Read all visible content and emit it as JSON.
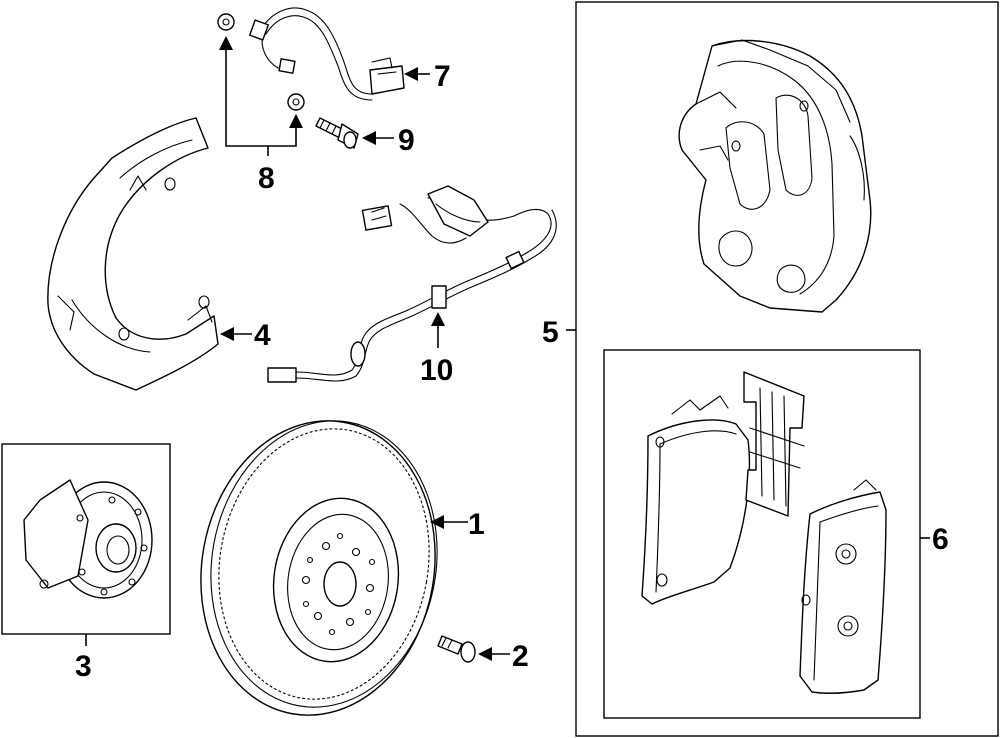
{
  "callouts": [
    {
      "id": "rotor",
      "label": "1"
    },
    {
      "id": "bolt",
      "label": "2"
    },
    {
      "id": "hub",
      "label": "3"
    },
    {
      "id": "shield",
      "label": "4"
    },
    {
      "id": "caliper",
      "label": "5"
    },
    {
      "id": "pads",
      "label": "6"
    },
    {
      "id": "sensor-harness",
      "label": "7"
    },
    {
      "id": "washers",
      "label": "8"
    },
    {
      "id": "harness-bolt",
      "label": "9"
    },
    {
      "id": "sensor-cable",
      "label": "10"
    }
  ]
}
